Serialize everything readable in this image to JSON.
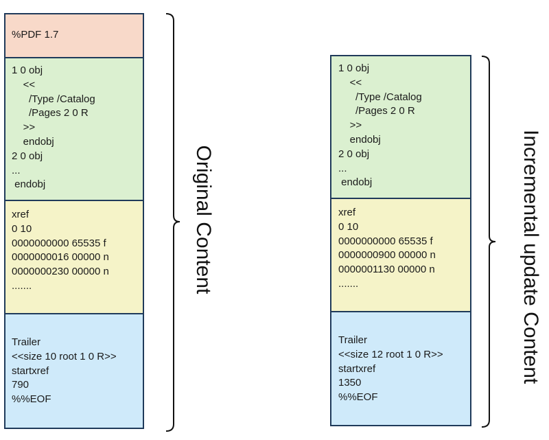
{
  "left_file": {
    "header": [
      "%PDF 1.7"
    ],
    "body": [
      "1 0 obj",
      "    <<",
      "      /Type /Catalog",
      "      /Pages 2 0 R",
      "    >>",
      "    endobj",
      "2 0 obj",
      "...",
      " endobj"
    ],
    "xref": [
      "xref",
      "0 10",
      "0000000000 65535 f",
      "0000000016 00000 n",
      "0000000230 00000 n",
      "......."
    ],
    "trailer": [
      "Trailer",
      "<<size 10 root 1 0 R>>",
      "startxref",
      "790",
      "%%EOF"
    ],
    "label": "Original Content"
  },
  "right_file": {
    "body": [
      "1 0 obj",
      "    <<",
      "      /Type /Catalog",
      "      /Pages 2 0 R",
      "    >>",
      "    endobj",
      "2 0 obj",
      "...",
      " endobj"
    ],
    "xref": [
      "xref",
      "0 10",
      "0000000000 65535 f",
      "0000000900 00000 n",
      "0000001130 00000 n",
      "......."
    ],
    "trailer": [
      "Trailer",
      "<<size 12 root 1 0 R>>",
      "startxref",
      "1350",
      "%%EOF"
    ],
    "label": "Incremental update Content"
  },
  "colors": {
    "border": "#1f3a5a",
    "header": "#f8d9c9",
    "body": "#dbf0d0",
    "xref": "#f5f3c8",
    "trailer": "#cfeafa"
  }
}
